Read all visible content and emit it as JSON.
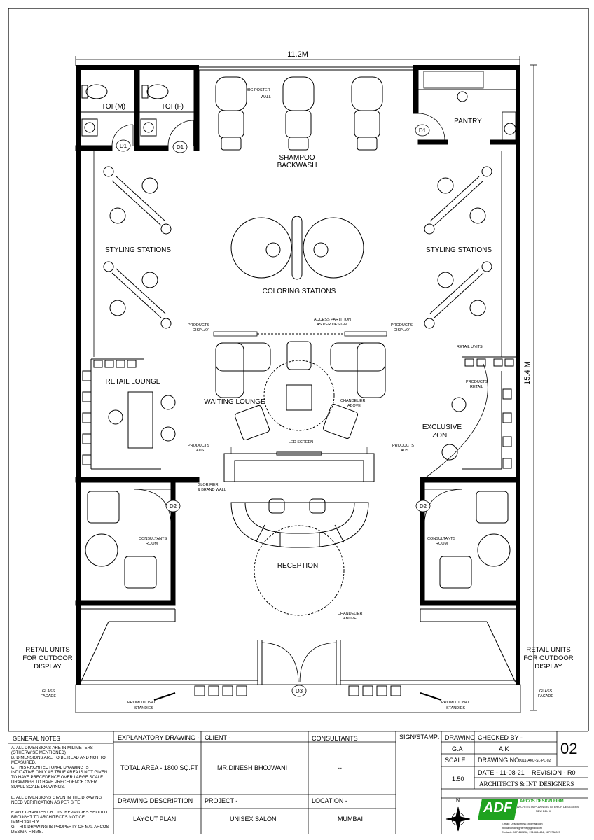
{
  "plan": {
    "dim_width": "11.2M",
    "dim_height": "15.4 M",
    "rooms": {
      "toi_m": "TOI (M)",
      "toi_f": "TOI (F)",
      "pantry": "PANTRY",
      "shampoo_1": "SHAMPOO",
      "shampoo_2": "BACKWASH",
      "styling_left": "STYLING STATIONS",
      "styling_right": "STYLING STATIONS",
      "coloring": "COLORING STATIONS",
      "retail_lounge": "RETAIL LOUNGE",
      "waiting_lounge": "WAITING LOUNGE",
      "exclusive_1": "EXCLUSIVE",
      "exclusive_2": "ZONE",
      "reception": "RECEPTION",
      "consultants_left_1": "CONSULTANTS",
      "consultants_left_2": "ROOM",
      "consultants_right_1": "CONSULTANTS",
      "consultants_right_2": "ROOM",
      "retail_outdoor_left": [
        "RETAIL UNITS",
        "FOR OUTDOOR",
        "DISPLAY"
      ],
      "retail_outdoor_right": [
        "RETAIL UNITS",
        "FOR OUTDOOR",
        "DISPLAY"
      ]
    },
    "doors": {
      "d1_a": "D1",
      "d1_b": "D1",
      "d1_c": "D1",
      "d2_left": "D2",
      "d2_right": "D2",
      "d3": "D3"
    },
    "notes": {
      "big_poster_1": "BIG POSTER",
      "big_poster_2": "WALL",
      "access_partition_1": "ACCESS PARTITION",
      "access_partition_2": "AS PER DESIGN",
      "products_display_left_1": "PRODUCTS",
      "products_display_left_2": "DISPLAY",
      "products_display_right_1": "PRODUCTS",
      "products_display_right_2": "DISPLAY",
      "retail_units": "RETAIL UNITS",
      "products_retail_1": "PRODUCTS",
      "products_retail_2": "RETAIL",
      "chandelier_1_1": "CHANDELIER",
      "chandelier_1_2": "ABOVE",
      "chandelier_2_1": "CHANDELIER",
      "chandelier_2_2": "ABOVE",
      "products_ads_left_1": "PRODUCTS",
      "products_ads_left_2": "ADS",
      "products_ads_right_1": "PRODUCTS",
      "products_ads_right_2": "ADS",
      "led_screen": "LED SCREEN",
      "glorifier_1": "GLORIFIER",
      "glorifier_2": "& BRAND WALL",
      "glass_facade_left_1": "GLASS",
      "glass_facade_left_2": "FACADE",
      "glass_facade_right_1": "GLASS",
      "glass_facade_right_2": "FACADE",
      "promo_left_1": "PROMOTIONAL",
      "promo_left_2": "STANDIES",
      "promo_right_1": "PROMOTIONAL",
      "promo_right_2": "STANDIES"
    }
  },
  "title_block": {
    "general_notes_title": "GENERAL NOTES",
    "general_notes": [
      "A.  ALL DIMENSIONS ARE IN MILIMETERS (OTHERWISE MENTIONED)",
      "B.  DIMENSIONS ARE TO BE READ AND NOT TO MEASURED.",
      "C.  THIS ARCHITECTURAL DRAWING IS INDICATIVE ONLY AS TRUE AREA IS NOT GIVEN TO HAVE PRECEDENCE OVER LARGE SCALE DRAWINGS TO HAVE PRECEDENCE OVER SMALL SCALE DRAWINGS.",
      "E.  ALL DIMENSIONS GIVEN IN THE DRAWING NEED VERIFICATION AS PER SITE",
      "F.  ANY CHANGES OR DISCREPANCIES SHOULD BROUGHT TO ARCHITECT'S NOTICE IMMEDIATELY.",
      "G.  THIS DRAWING IS PROPERTY OF M/s. ARCOS DESIGN FIRMS."
    ],
    "explanatory_label": "EXPLANATORY DRAWING -",
    "explanatory_value": "TOTAL AREA - 1800 SQ.FT",
    "client_label": "CLIENT -",
    "client_value": "MR.DINESH BHOJWANI",
    "consultants_label": "CONSULTANTS",
    "consultants_value": "--",
    "sign_label": "SIGN/STAMP:",
    "drawing_label": "DRAWING",
    "drawing_value": "G.A",
    "checked_label": "CHECKED BY -",
    "checked_value": "A.K",
    "sheet_no": "02",
    "scale_label": "SCALE:",
    "scale_value": "1:50",
    "drawing_no_label": "DRAWING NO.",
    "drawing_no_value": "19011-AKU-SL-PL-02",
    "date": "DATE - 11-08-21",
    "revision": "REVISION - R0",
    "firm_type": "ARCHITECTS & INT. DESIGNERS",
    "description_label": "DRAWING DESCRIPTION",
    "description_value": "LAYOUT PLAN",
    "project_label": "PROJECT -",
    "project_value": "UNISEX SALON",
    "location_label": "LOCATION -",
    "location_value": "MUMBAI",
    "north": "N",
    "logo_text": "ADF",
    "firm_name": "ARCOS DESIGN FIRM",
    "firm_services": "ARCHITECTS   PLANNERS   INTERIOR DESIGNERS",
    "firm_city": "NEW DELHI",
    "contact_email_1": "E-mail: Design4mrs01@gmail.com",
    "contact_email_2": "helloarcosdesignfirms@gmail.com",
    "contact_phone": "Contact - 9871187298, 9718684434, 9871788023"
  }
}
